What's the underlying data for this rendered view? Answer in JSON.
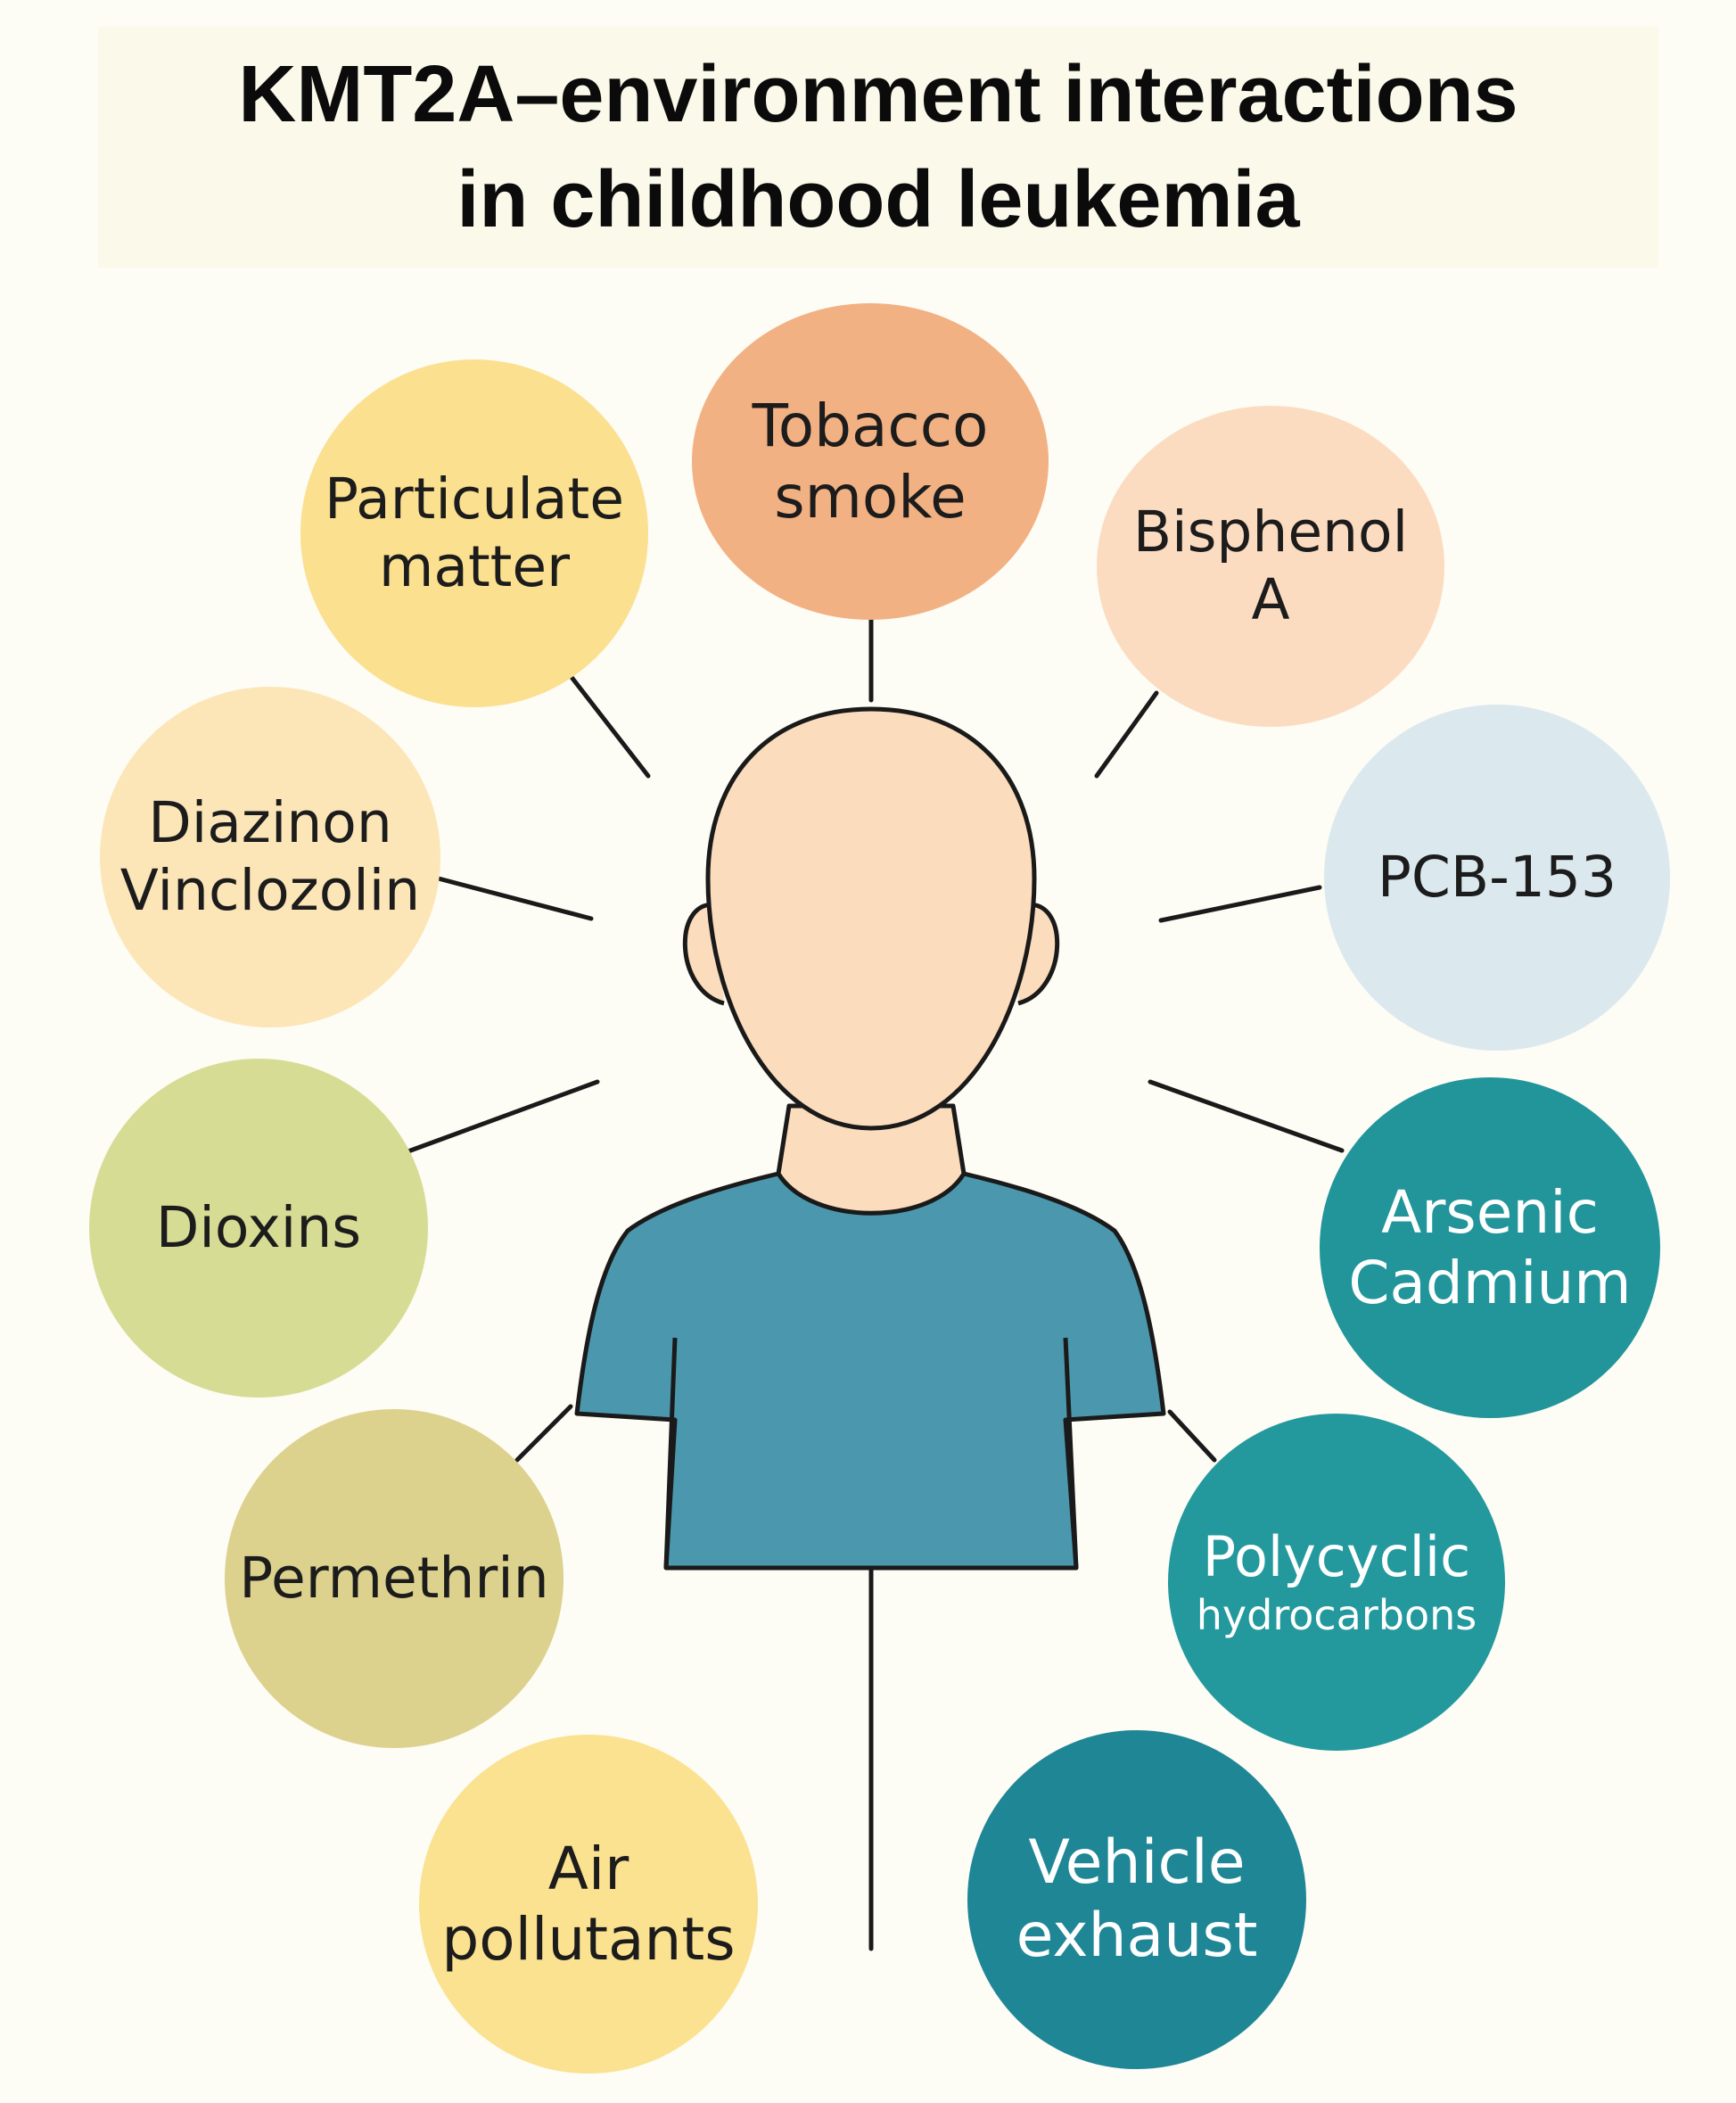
{
  "title": {
    "line1": "KMT2A–environment interactions",
    "line2": "in childhood leukemia"
  },
  "exposures": [
    {
      "id": "tobacco",
      "lines": [
        "Tobacco",
        "smoke"
      ],
      "color": "#f2b183"
    },
    {
      "id": "particulate",
      "lines": [
        "Particulate",
        "matter"
      ],
      "color": "#fbe08f"
    },
    {
      "id": "bisphenol",
      "lines": [
        "Bisphenol",
        "A"
      ],
      "color": "#fcdcc0"
    },
    {
      "id": "diazinon",
      "lines": [
        "Diazinon",
        "Vinclozolin"
      ],
      "color": "#fce6b7"
    },
    {
      "id": "pcb",
      "lines": [
        "PCB-153"
      ],
      "color": "#dbe9ee"
    },
    {
      "id": "dioxins",
      "lines": [
        "Dioxins"
      ],
      "color": "#d7dc94"
    },
    {
      "id": "arsenic",
      "lines": [
        "Arsenic",
        "Cadmium"
      ],
      "color": "#21959a"
    },
    {
      "id": "permethrin",
      "lines": [
        "Permethrin"
      ],
      "color": "#dcd18d"
    },
    {
      "id": "polycyclic",
      "lines": [
        "Polycyclic",
        "hydrocarbons"
      ],
      "color": "#23999e"
    },
    {
      "id": "air",
      "lines": [
        "Air",
        "pollutants"
      ],
      "color": "#fbe290"
    },
    {
      "id": "vehicle",
      "lines": [
        "Vehicle",
        "exhaust"
      ],
      "color": "#1f8696"
    }
  ],
  "colors": {
    "skin": "#fbdcbc",
    "shirt": "#4b98ae",
    "outline": "#1a1a1a"
  }
}
